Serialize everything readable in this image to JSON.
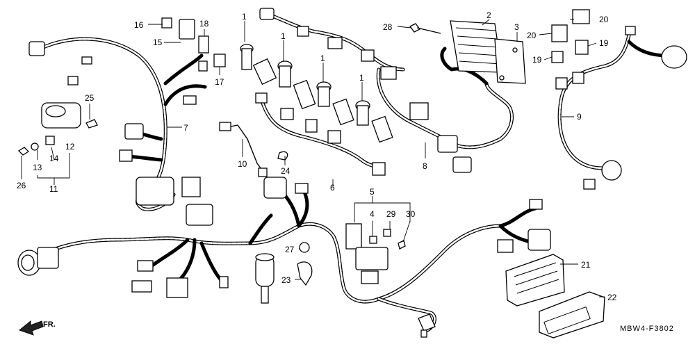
{
  "diagram": {
    "code": "MBW4-F3802",
    "front_marker": "FR.",
    "callouts": {
      "c1a": "1",
      "c1b": "1",
      "c1c": "1",
      "c1d": "1",
      "c2": "2",
      "c3": "3",
      "c4": "4",
      "c5": "5",
      "c6": "6",
      "c7": "7",
      "c8": "8",
      "c9": "9",
      "c10": "10",
      "c11": "11",
      "c12": "12",
      "c13": "13",
      "c14": "14",
      "c15": "15",
      "c16": "16",
      "c17": "17",
      "c18": "18",
      "c19a": "19",
      "c19b": "19",
      "c20a": "20",
      "c20b": "20",
      "c21": "21",
      "c22": "22",
      "c23": "23",
      "c24": "24",
      "c25": "25",
      "c26": "26",
      "c27": "27",
      "c28": "28",
      "c29": "29",
      "c30": "30"
    }
  }
}
